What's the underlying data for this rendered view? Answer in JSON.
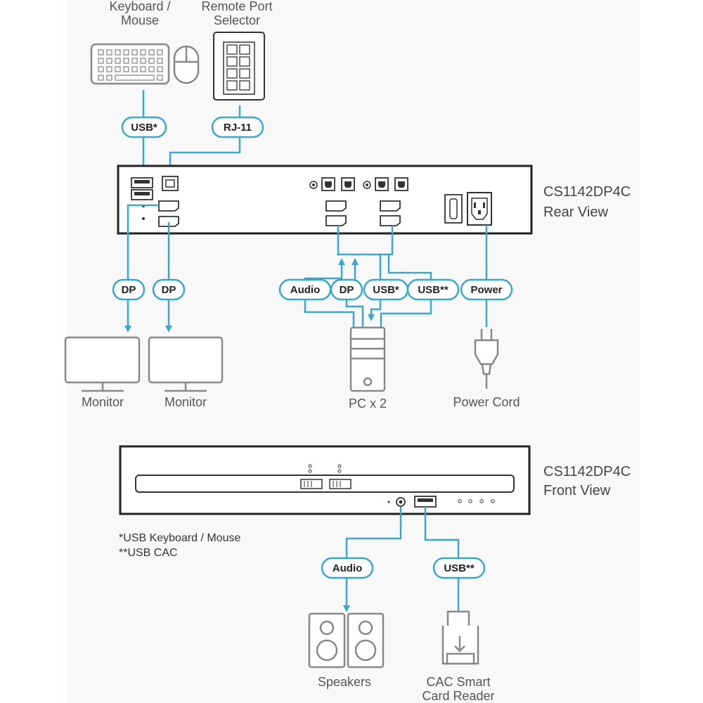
{
  "devices": {
    "keyboard_mouse": "Keyboard /\nMouse",
    "remote_port_selector": "Remote Port\nSelector",
    "monitor_1": "Monitor",
    "monitor_2": "Monitor",
    "pc": "PC x 2",
    "power_cord": "Power Cord",
    "speakers": "Speakers",
    "cac_reader": "CAC Smart\nCard Reader"
  },
  "rear_view": {
    "model": "CS1142DP4C",
    "view": "Rear View"
  },
  "front_view": {
    "model": "CS1142DP4C",
    "view": "Front View"
  },
  "connections": {
    "usb_keyboard": "USB*",
    "rj11": "RJ-11",
    "dp_monitor_1": "DP",
    "dp_monitor_2": "DP",
    "pc_audio": "Audio",
    "pc_dp": "DP",
    "pc_usb": "USB*",
    "pc_usb_cac": "USB**",
    "power": "Power",
    "front_audio": "Audio",
    "front_usb_cac": "USB**"
  },
  "footnotes": {
    "usb_single": "*USB Keyboard / Mouse",
    "usb_double": "**USB CAC"
  },
  "colors": {
    "cable": "#3aa7c9",
    "device_outline": "#888888",
    "unit_outline": "#222222",
    "background": "#f8f8f9"
  }
}
